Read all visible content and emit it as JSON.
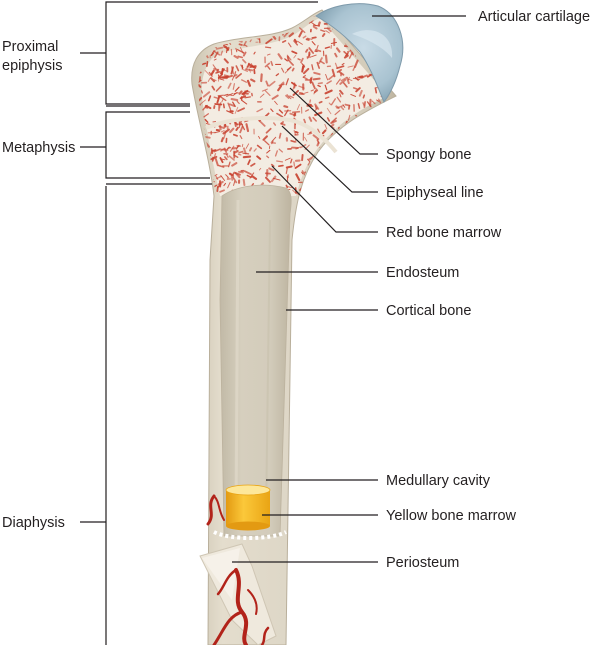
{
  "labels_right": {
    "articular_cartilage": "Articular cartilage",
    "spongy_bone": "Spongy bone",
    "epiphyseal_line": "Epiphyseal line",
    "red_bone_marrow": "Red bone marrow",
    "endosteum": "Endosteum",
    "cortical_bone": "Cortical bone",
    "medullary_cavity": "Medullary cavity",
    "yellow_bone_marrow": "Yellow bone marrow",
    "periosteum": "Periosteum"
  },
  "labels_left": {
    "proximal_line1": "Proximal",
    "proximal_line2": "epiphysis",
    "metaphysis": "Metaphysis",
    "diaphysis": "Diaphysis"
  },
  "colors": {
    "cartilage": "#a9c3d1",
    "cortical": "#ddd6c6",
    "spongy_bg": "#f3ece2",
    "marrow_red": "#c8412f",
    "cavity": "#cfc7b6",
    "yellow_marrow": "#f6b51d",
    "vessel_red": "#b2231a"
  }
}
